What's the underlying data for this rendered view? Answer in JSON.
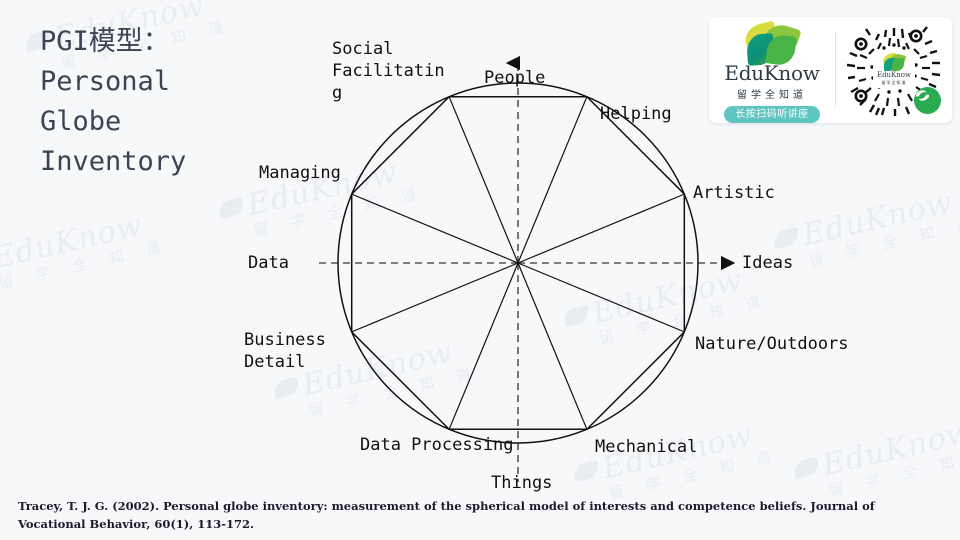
{
  "slide": {
    "background_color": "#f7f8fa",
    "title": "PGI模型：\nPersonal\nGlobe\nInventory",
    "title_color": "#3c4454"
  },
  "watermark": {
    "text_en": "EduKnow",
    "text_cn": "留 学 全 知 道",
    "color": "#e9ecf1"
  },
  "diagram": {
    "type": "octagon-circumplex",
    "name": "personal-globe-inventory-model",
    "axes": [
      {
        "id": "vertical",
        "positive_label": "People",
        "negative_label": "Things",
        "style": "dashed",
        "arrow": "up"
      },
      {
        "id": "horizontal",
        "positive_label": "Ideas",
        "negative_label": "Data",
        "style": "dashed",
        "arrow": "right"
      }
    ],
    "segments": [
      {
        "index": 0,
        "label": "Social\nFacilitatin\ng",
        "angle_deg": 112.5
      },
      {
        "index": 1,
        "label": "Helping",
        "angle_deg": 67.5
      },
      {
        "index": 2,
        "label": "Artistic",
        "angle_deg": 22.5
      },
      {
        "index": 3,
        "label": "Nature/Outdoors",
        "angle_deg": -22.5
      },
      {
        "index": 4,
        "label": "Mechanical",
        "angle_deg": -67.5
      },
      {
        "index": 5,
        "label": "Data Processing",
        "angle_deg": -112.5
      },
      {
        "index": 6,
        "label": "Business\nDetail",
        "angle_deg": -157.5
      },
      {
        "index": 7,
        "label": "Managing",
        "angle_deg": 157.5
      }
    ],
    "stroke_color": "#111111",
    "axis_color": "#555555"
  },
  "logo_card": {
    "brand_en": "EduKnow",
    "brand_cn": "留学全知道",
    "badge_label": "长按扫码听讲座",
    "badge_color": "#5ec5c0",
    "qr_center_en": "EduKnow",
    "qr_center_cn": "留学全知道",
    "qr_name": "wechat-mini-program-qr",
    "logo_colors": [
      "#d9dc3f",
      "#8cc63e",
      "#12a07f",
      "#49b447"
    ]
  },
  "citation": {
    "text": "Tracey, T. J. G. (2002). Personal globe inventory: measurement of the spherical model of interests and competence beliefs. Journal of Vocational Behavior, 60(1), 113-172."
  }
}
